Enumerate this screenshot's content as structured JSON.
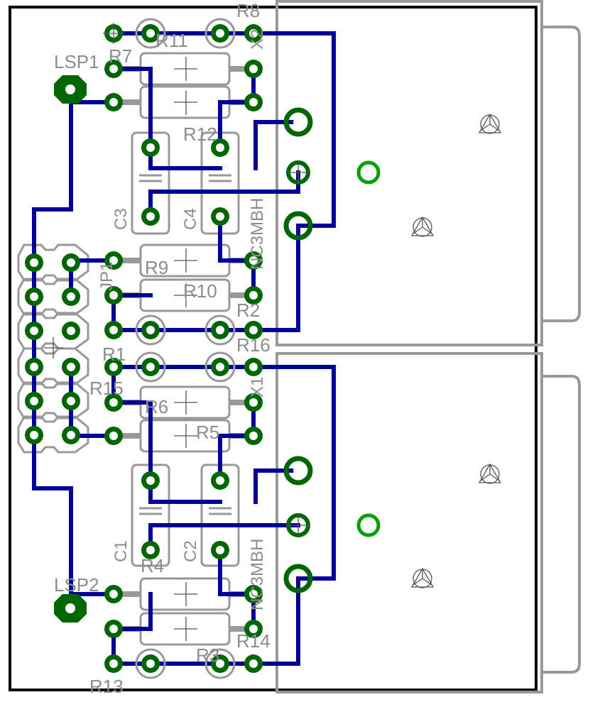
{
  "colors": {
    "background": "#ffffff",
    "outline": "#000000",
    "trace": "#000099",
    "pad_fill": "#006600",
    "pad_ring": "#00a000",
    "silkscreen": "#8c8c8c"
  },
  "labels": {
    "lsp1": "LSP1",
    "lsp2": "LSP2",
    "r7": "R7",
    "r8": "R8",
    "r11": "R11",
    "r12": "R12",
    "r9": "R9",
    "r10": "R10",
    "r2": "R2",
    "r16": "R16",
    "r1": "R1",
    "r15": "R15",
    "r6": "R6",
    "r5": "R5",
    "r4": "R4",
    "r14": "R14",
    "r3": "R3",
    "r13": "R13",
    "c1": "C1",
    "c2": "C2",
    "c3": "C3",
    "c4": "C4",
    "jp1": "JP1",
    "x1": "X1",
    "x2": "X2",
    "nc3mbh_top": "NC3MBH",
    "nc3mbh_bottom": "NC3MBH"
  },
  "icons": [
    "xlr-connector-icon",
    "pin-marker-icon",
    "ground-marker-icon"
  ]
}
